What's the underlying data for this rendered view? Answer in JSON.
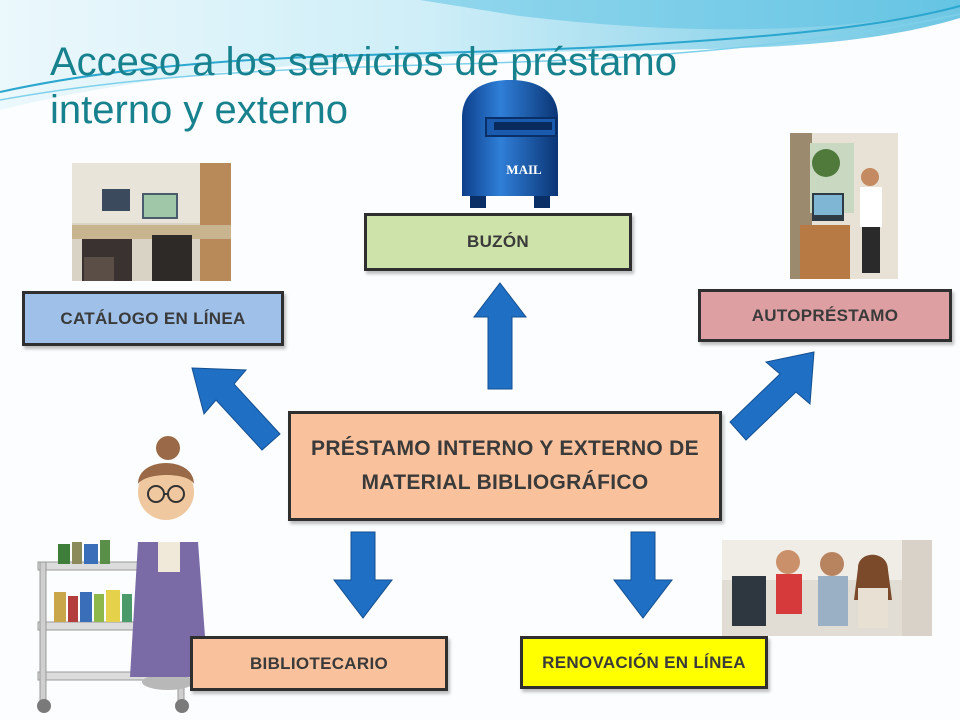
{
  "slide": {
    "title_line1": "Acceso a los servicios de préstamo",
    "title_line2": "interno y externo"
  },
  "diagram": {
    "center": {
      "line1": "PRÉSTAMO INTERNO Y EXTERNO DE",
      "line2": "MATERIAL BIBLIOGRÁFICO",
      "color": "#f9c29c"
    },
    "nodes": {
      "catalogo": {
        "label": "CATÁLOGO EN LÍNEA",
        "color": "#9fc0e8"
      },
      "buzon": {
        "label": "BUZÓN",
        "color": "#cde3a9"
      },
      "autoprestamo": {
        "label": "AUTOPRÉSTAMO",
        "color": "#dd9fa2"
      },
      "bibliotecario": {
        "label": "BIBLIOTECARIO",
        "color": "#f9c29c"
      },
      "renovacion": {
        "label": "RENOVACIÓN EN LÍNEA",
        "color": "#ffff00"
      }
    },
    "arrow_color": "#1f6fc4",
    "mailbox_label": "MAIL"
  }
}
